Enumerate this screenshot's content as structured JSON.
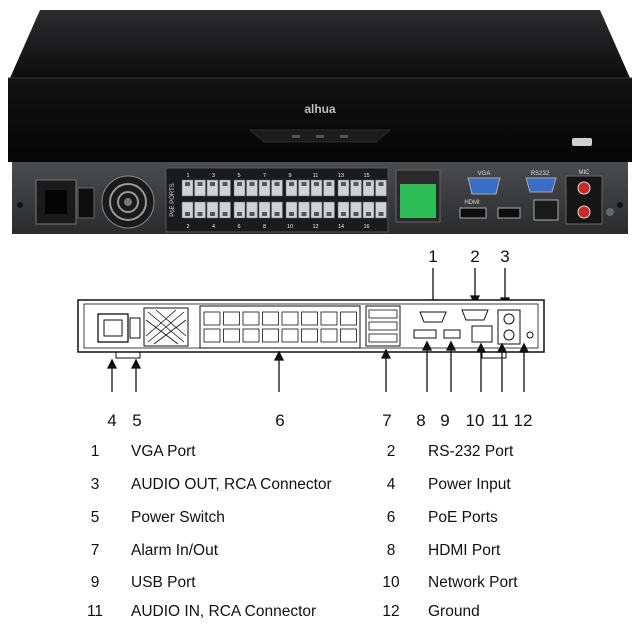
{
  "device": {
    "brand": "alhua",
    "poe_label": "PoE PORTS",
    "port_numbers_top": [
      "1",
      "3",
      "5",
      "7",
      "9",
      "11",
      "13",
      "15"
    ],
    "port_numbers_bottom": [
      "2",
      "4",
      "6",
      "8",
      "10",
      "12",
      "14",
      "16"
    ],
    "vga_label": "VGA",
    "rs232_label": "RS232",
    "hdmi_label": "HDMI",
    "mic_label": "MIC"
  },
  "callouts": {
    "top": [
      "1",
      "2",
      "3"
    ],
    "bottom": [
      "4",
      "5",
      "6",
      "7",
      "8",
      "9",
      "10",
      "11",
      "12"
    ]
  },
  "legend": [
    {
      "left": {
        "num": "1",
        "text": "VGA Port"
      },
      "right": {
        "num": "2",
        "text": "RS-232 Port"
      }
    },
    {
      "left": {
        "num": "3",
        "text": "AUDIO OUT, RCA Connector"
      },
      "right": {
        "num": "4",
        "text": "Power Input"
      }
    },
    {
      "left": {
        "num": "5",
        "text": "Power Switch"
      },
      "right": {
        "num": "6",
        "text": "PoE Ports"
      }
    },
    {
      "left": {
        "num": "7",
        "text": "Alarm In/Out"
      },
      "right": {
        "num": "8",
        "text": "HDMI Port"
      }
    },
    {
      "left": {
        "num": "9",
        "text": "USB Port"
      },
      "right": {
        "num": "10",
        "text": "Network Port"
      }
    },
    {
      "left": {
        "num": "11",
        "text": "AUDIO IN, RCA Connector"
      },
      "right": {
        "num": "12",
        "text": "Ground"
      }
    }
  ]
}
